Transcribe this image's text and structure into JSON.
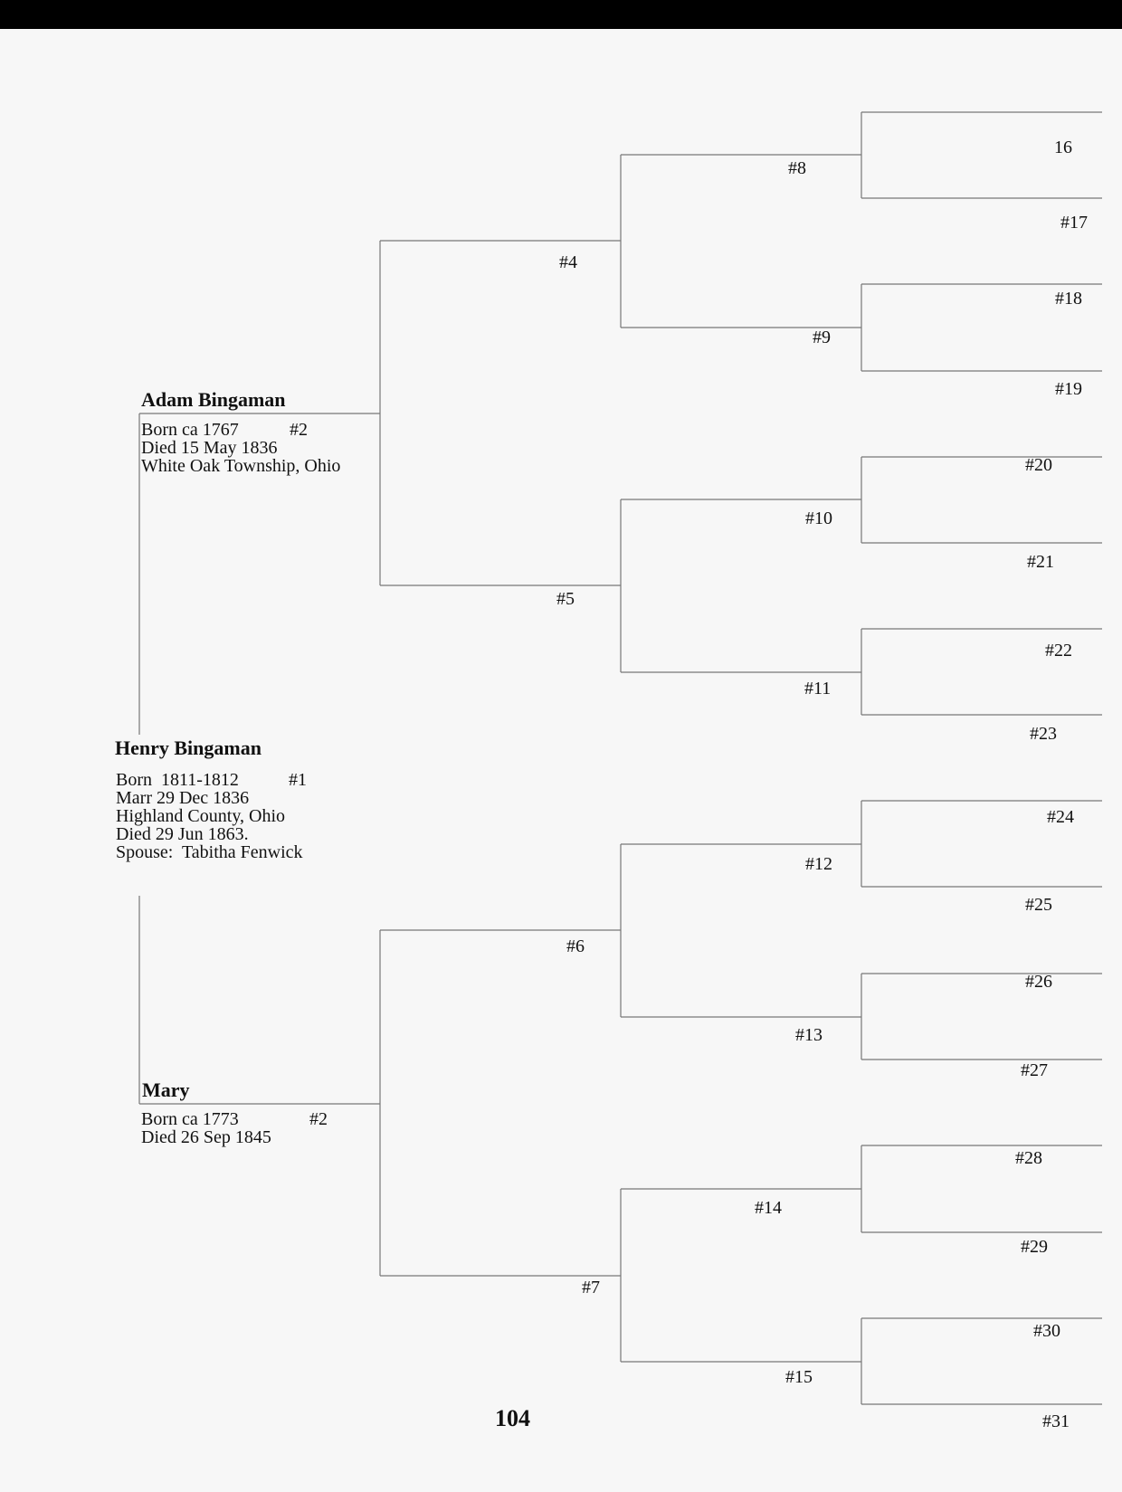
{
  "persons": {
    "p1": {
      "name": "Henry Bingaman",
      "lines": [
        "Born  1811-1812",
        "Marr 29 Dec 1836",
        "Highland County, Ohio",
        "Died 29 Jun 1863.",
        "Spouse:  Tabitha Fenwick"
      ],
      "num": "#1"
    },
    "p2": {
      "name": "Adam Bingaman",
      "lines": [
        "Born ca 1767",
        "Died 15 May 1836",
        "White Oak Township, Ohio"
      ],
      "num": "#2"
    },
    "p3": {
      "name": "Mary",
      "lines": [
        "Born ca 1773",
        "Died 26 Sep 1845"
      ],
      "num": "#2"
    }
  },
  "gen3": [
    "#4",
    "#5",
    "#6",
    "#7"
  ],
  "gen4": [
    "#8",
    "#9",
    "#10",
    "#11",
    "#12",
    "#13",
    "#14",
    "#15"
  ],
  "gen5": [
    "16",
    "#17",
    "#18",
    "#19",
    "#20",
    "#21",
    "#22",
    "#23",
    "#24",
    "#25",
    "#26",
    "#27",
    "#28",
    "#29",
    "#30",
    "#31"
  ],
  "page_number": "104"
}
